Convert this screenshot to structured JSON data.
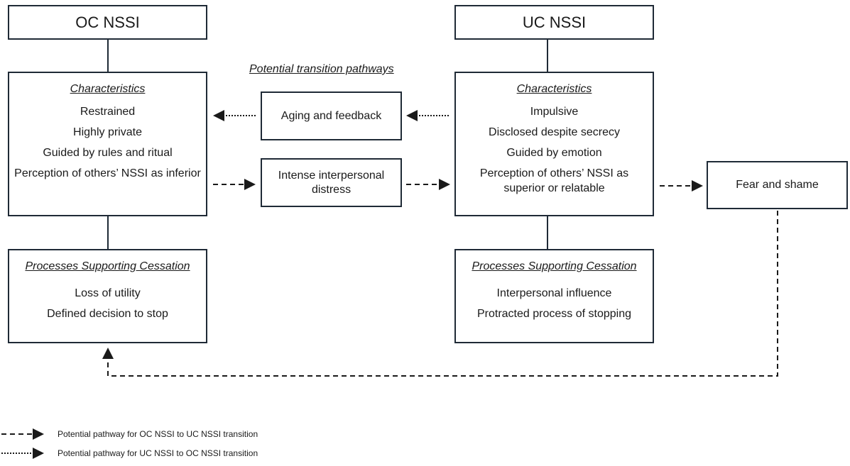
{
  "oc": {
    "title": "OC NSSI",
    "characteristics_heading": "Characteristics",
    "characteristics": [
      "Restrained",
      "Highly private",
      "Guided by rules and ritual",
      "Perception of others’ NSSI as inferior"
    ],
    "cessation_heading": "Processes Supporting Cessation",
    "cessation": [
      "Loss of utility",
      "Defined decision to stop"
    ]
  },
  "uc": {
    "title": "UC NSSI",
    "characteristics_heading": "Characteristics",
    "characteristics": [
      "Impulsive",
      "Disclosed despite secrecy",
      "Guided by emotion",
      "Perception of others’ NSSI as superior or relatable"
    ],
    "cessation_heading": "Processes Supporting Cessation",
    "cessation": [
      "Interpersonal influence",
      "Protracted process of stopping"
    ]
  },
  "transition": {
    "heading": "Potential transition pathways",
    "aging": "Aging and feedback",
    "distress": "Intense interpersonal distress"
  },
  "fear": "Fear and shame",
  "legend": {
    "dashed": "Potential pathway for OC NSSI to UC NSSI transition",
    "dotted": "Potential pathway for UC NSSI to OC NSSI transition"
  }
}
